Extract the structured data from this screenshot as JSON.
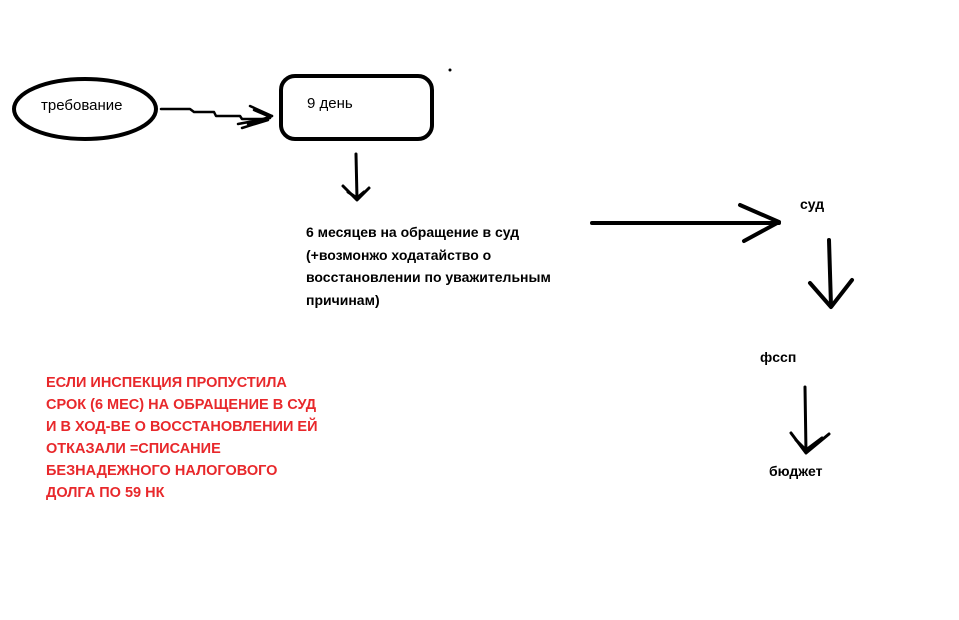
{
  "nodes": {
    "trebovanie": "требование",
    "day9": "9 день",
    "six_months": [
      "6 месяцев на обращение в суд",
      "(+возмонжо ходатайство о",
      "восстановлении по уважительным",
      "причинам)"
    ],
    "sud": "суд",
    "fssp": "фссп",
    "budzhet": "бюджет"
  },
  "note": {
    "color": "#e8282b",
    "lines": [
      "ЕСЛИ ИНСПЕКЦИЯ ПРОПУСТИЛА",
      "СРОК (6 МЕС) НА ОБРАЩЕНИЕ В СУД",
      "И В ХОД-ВЕ О ВОССТАНОВЛЕНИИ ЕЙ",
      "ОТКАЗАЛИ =СПИСАНИЕ",
      "БЕЗНАДЕЖНОГО НАЛОГОВОГО",
      "ДОЛГА ПО 59 НК"
    ]
  },
  "colors": {
    "ink": "#000000",
    "background": "#ffffff",
    "accent_red": "#e8282b"
  }
}
